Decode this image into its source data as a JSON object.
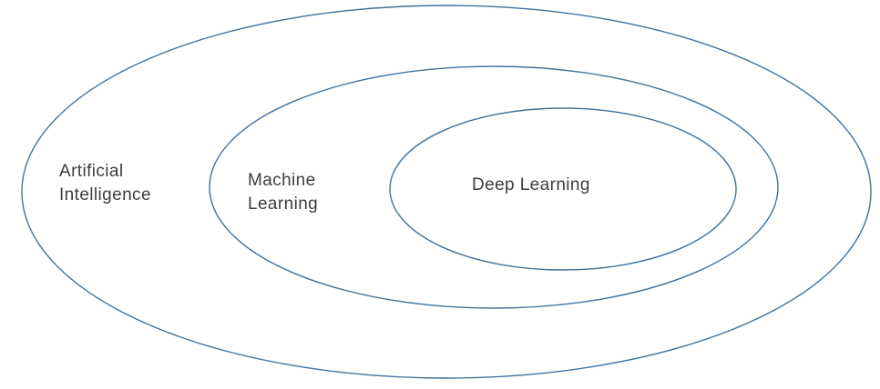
{
  "diagram": {
    "type": "nested-ellipses",
    "rings": [
      {
        "id": "artificial-intelligence",
        "label": "Artificial\nIntelligence"
      },
      {
        "id": "machine-learning",
        "label": "Machine\nLearning"
      },
      {
        "id": "deep-learning",
        "label": "Deep Learning"
      }
    ],
    "colors": {
      "ellipse_stroke": "#41719C",
      "label_text": "#3D3D3D",
      "background": "#FFFFFF"
    }
  }
}
